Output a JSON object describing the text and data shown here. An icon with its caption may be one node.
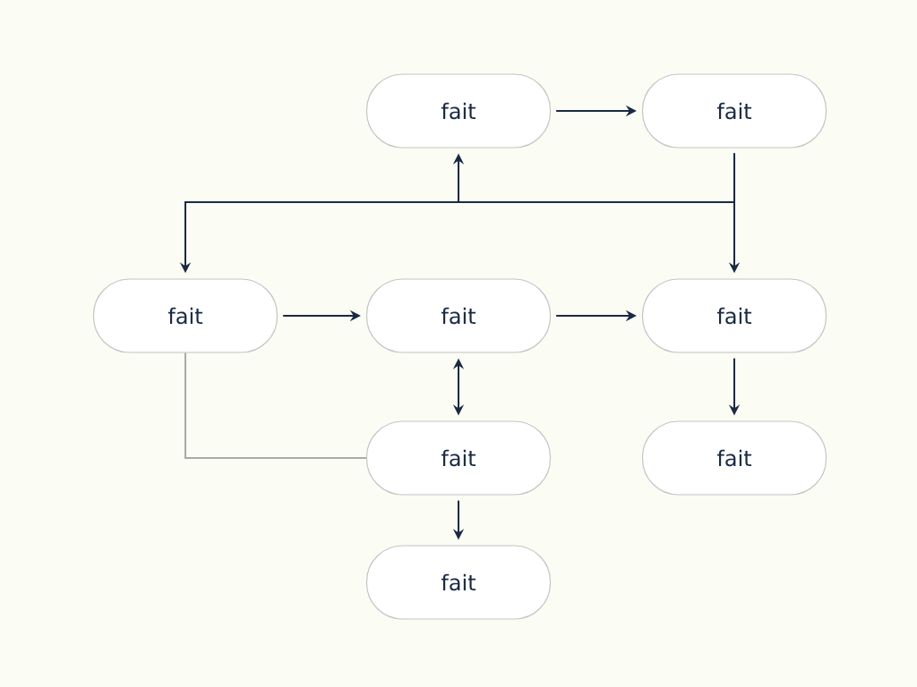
{
  "diagram": {
    "nodes": [
      {
        "text": [
          "fait"
        ]
      },
      {
        "text": [
          "fait"
        ]
      },
      {
        "text": [
          "fait"
        ]
      },
      {
        "text": [
          "fait"
        ]
      },
      {
        "text": [
          "fait"
        ]
      },
      {
        "text": [
          "fait"
        ]
      },
      {
        "text": [
          "fait"
        ]
      },
      {
        "text": [
          "fait"
        ]
      }
    ],
    "edges": [
      {
        "from": 0,
        "to": 1,
        "arrow": "to"
      },
      {
        "from": 1,
        "to": 4,
        "arrow": "to"
      },
      {
        "from": 1,
        "to": 0,
        "arrow": "to"
      },
      {
        "from": 1,
        "to": 2,
        "arrow": "to"
      },
      {
        "from": 2,
        "to": 3,
        "arrow": "to"
      },
      {
        "from": 3,
        "to": 4,
        "arrow": "to"
      },
      {
        "from": 4,
        "to": 6,
        "arrow": "to"
      },
      {
        "from": 3,
        "to": 5,
        "arrow": "both"
      },
      {
        "from": 5,
        "to": 7,
        "arrow": "to"
      },
      {
        "from": 2,
        "to": 5,
        "arrow": "none",
        "color": "#aaaaaa"
      }
    ]
  }
}
